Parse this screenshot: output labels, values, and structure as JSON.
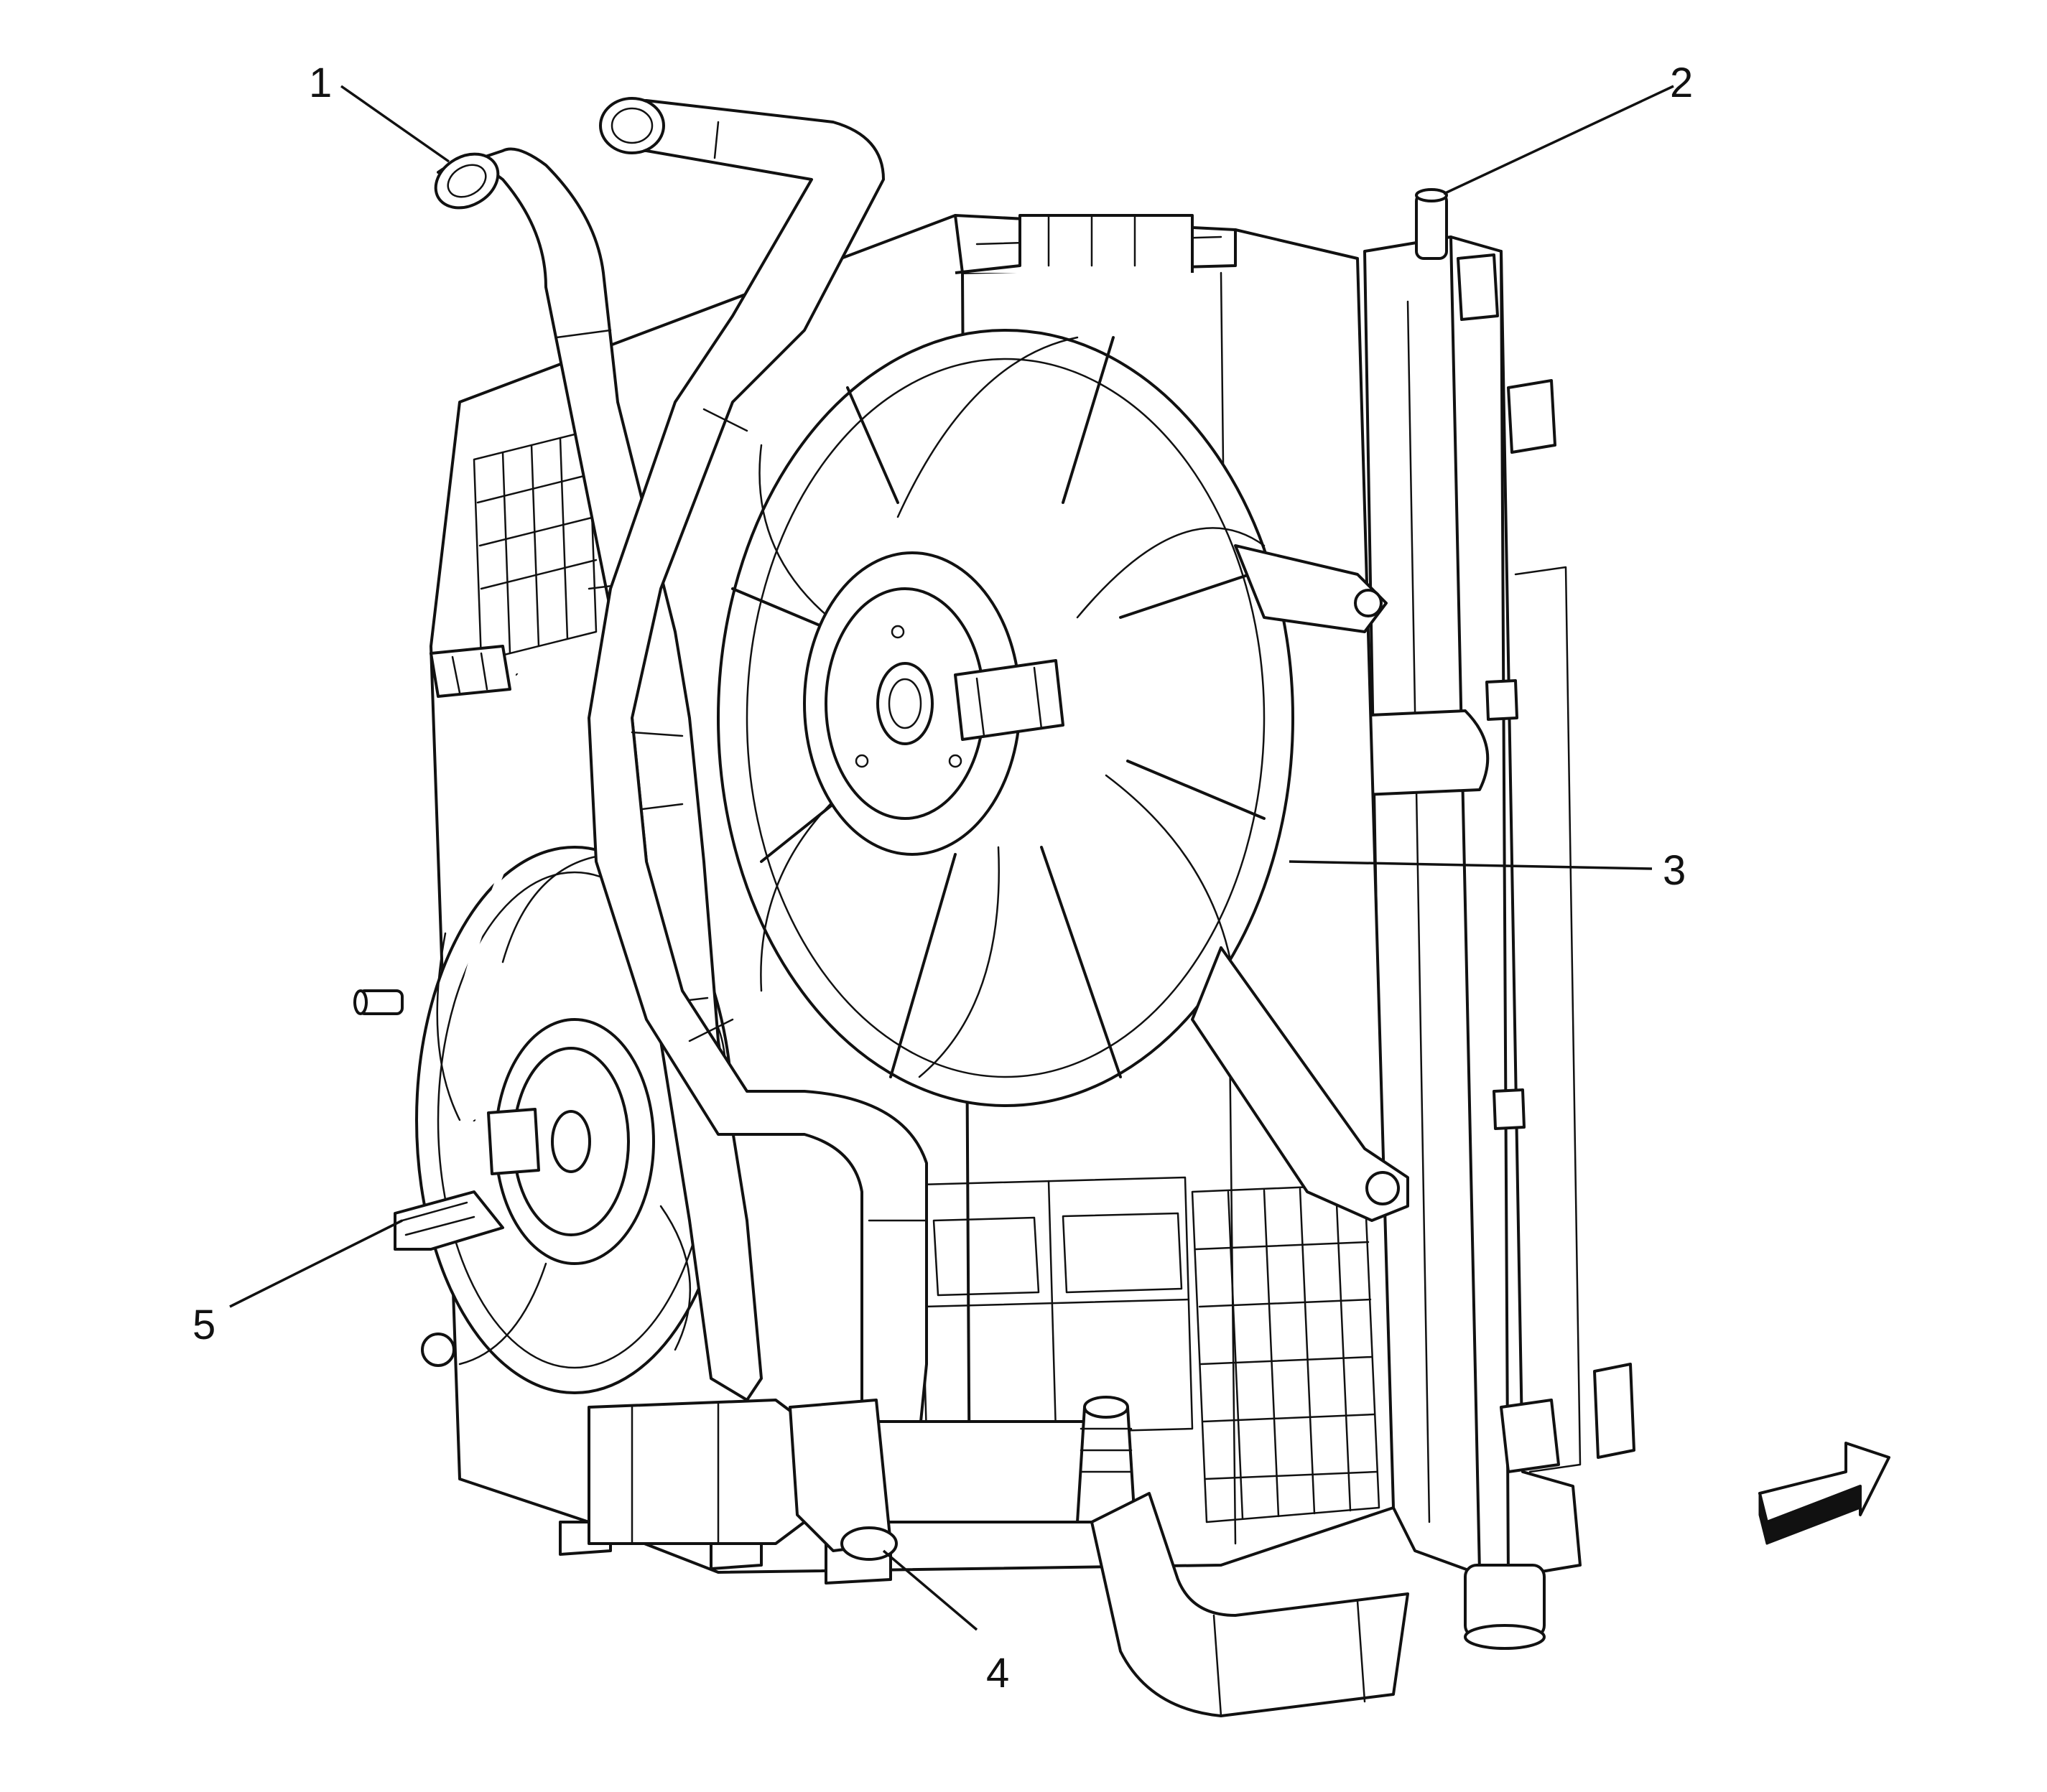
{
  "diagram": {
    "callouts": [
      {
        "id": "callout-1",
        "label": "1"
      },
      {
        "id": "callout-2",
        "label": "2"
      },
      {
        "id": "callout-3",
        "label": "3"
      },
      {
        "id": "callout-4",
        "label": "4"
      },
      {
        "id": "callout-5",
        "label": "5"
      }
    ],
    "colors": {
      "ink": "#111111",
      "background": "#ffffff"
    },
    "icons": [
      "view-direction-arrow-icon"
    ]
  }
}
